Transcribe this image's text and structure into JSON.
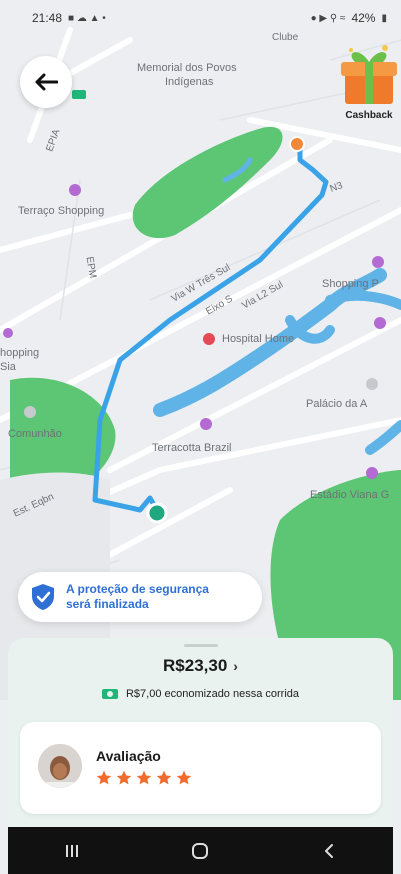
{
  "status_bar": {
    "time": "21:48",
    "battery": "42%"
  },
  "map": {
    "labels": {
      "memorial_line1": "Memorial dos Povos",
      "memorial_line2": "Indígenas",
      "clube": "Clube",
      "terraco": "Terraço Shopping",
      "via_w_tres": "Via W Três Sul",
      "via_l2": "Via L2 Sul",
      "eixo_s": "Eixo S",
      "epia": "EPIA",
      "epm": "EPM",
      "hospital": "Hospital Home",
      "shopping_top": "Shopping P",
      "shopping_left_1": "hopping",
      "shopping_left_2": "Sia",
      "palacio": "Palácio da A",
      "comunhao": "Comunhão",
      "terracotta": "Terracotta Brazil",
      "estadio": "Estádio Viana G",
      "est_road": "Est. Eqbn",
      "n3": "N3"
    }
  },
  "cashback": {
    "label": "Cashback"
  },
  "safety": {
    "line1": "A proteção de segurança",
    "line2": "será finalizada"
  },
  "trip": {
    "fare": "R$23,30",
    "savings": "R$7,00 economizado nessa corrida"
  },
  "rating": {
    "title": "Avaliação",
    "stars": 5
  },
  "colors": {
    "route": "#3aa3e8",
    "park": "#5cc675",
    "water": "#5fb3e6",
    "origin": "#f0883a",
    "destination": "#1fa77f",
    "safety_blue": "#2f6fd6",
    "star": "#f06b2c"
  }
}
